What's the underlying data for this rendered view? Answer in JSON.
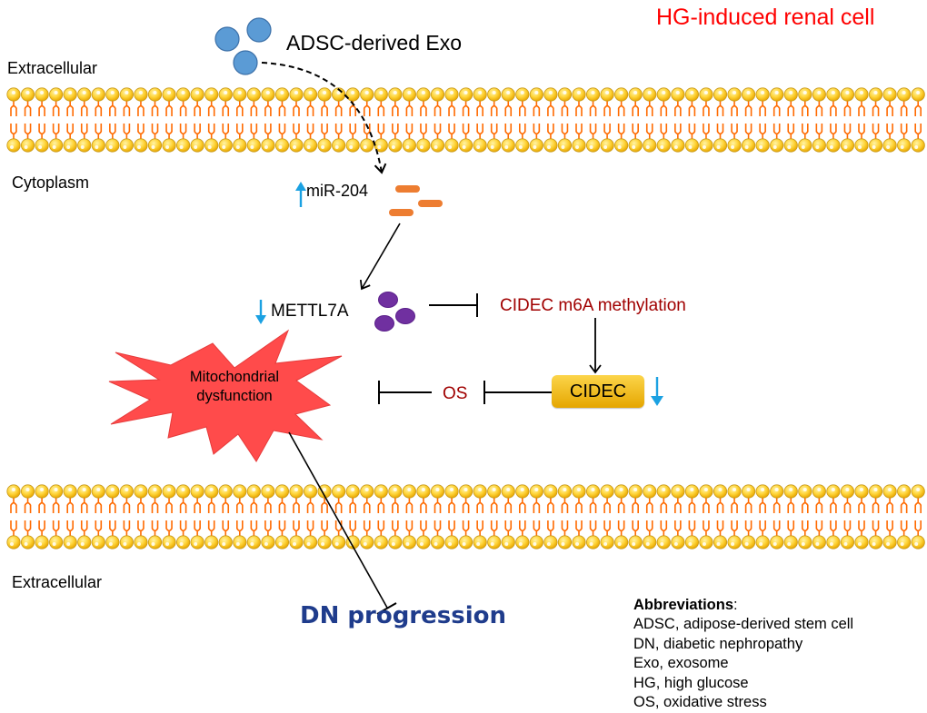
{
  "title": "HG-induced renal cell",
  "exosome": {
    "label": "ADSC-derived Exo",
    "icon": "exosome-vesicles"
  },
  "regions": {
    "top_extracellular": "Extracellular",
    "cytoplasm": "Cytoplasm",
    "bottom_extracellular": "Extracellular"
  },
  "nodes": {
    "mir204": {
      "label": "miR-204",
      "direction": "up",
      "arrow_glyph": "↑"
    },
    "mettl7a": {
      "label": "METTL7A",
      "direction": "down",
      "arrow_glyph": "↓"
    },
    "cidec_methylation": {
      "label": "CIDEC m6A methylation"
    },
    "cidec": {
      "label": "CIDEC",
      "direction": "down",
      "arrow_glyph": "↓"
    },
    "os": {
      "label": "OS"
    },
    "mitochondrial": {
      "line1": "Mitochondrial",
      "line2": "dysfunction"
    },
    "dn": {
      "label": "DN progression"
    }
  },
  "edges": [
    {
      "from": "ADSC-derived Exo",
      "to": "miR-204",
      "type": "dashed-arrow"
    },
    {
      "from": "miR-204",
      "to": "METTL7A",
      "type": "arrow"
    },
    {
      "from": "METTL7A",
      "to": "CIDEC m6A methylation",
      "type": "inhibition"
    },
    {
      "from": "CIDEC m6A methylation",
      "to": "CIDEC",
      "type": "arrow"
    },
    {
      "from": "CIDEC",
      "to": "OS",
      "type": "inhibition"
    },
    {
      "from": "OS",
      "to": "Mitochondrial dysfunction",
      "type": "inhibition"
    },
    {
      "from": "Mitochondrial dysfunction",
      "to": "DN progression",
      "type": "inhibition"
    }
  ],
  "abbreviations": {
    "heading": "Abbreviations",
    "heading_suffix": ":",
    "items": [
      "ADSC, adipose-derived stem cell",
      "DN, diabetic nephropathy",
      "Exo, exosome",
      "HG, high glucose",
      "OS, oxidative stress"
    ]
  },
  "colors": {
    "title": "#ff0000",
    "exosome": "#5b9bd5",
    "mirna": "#ed7d31",
    "protein": "#7030a0",
    "node_text": "#a00000",
    "regulation_arrow": "#1ba1e2",
    "burst": "#ff4b4b",
    "dn_text": "#1f3c8c",
    "lipid_head": "#ffd43b",
    "lipid_tail": "#ff6a00"
  }
}
